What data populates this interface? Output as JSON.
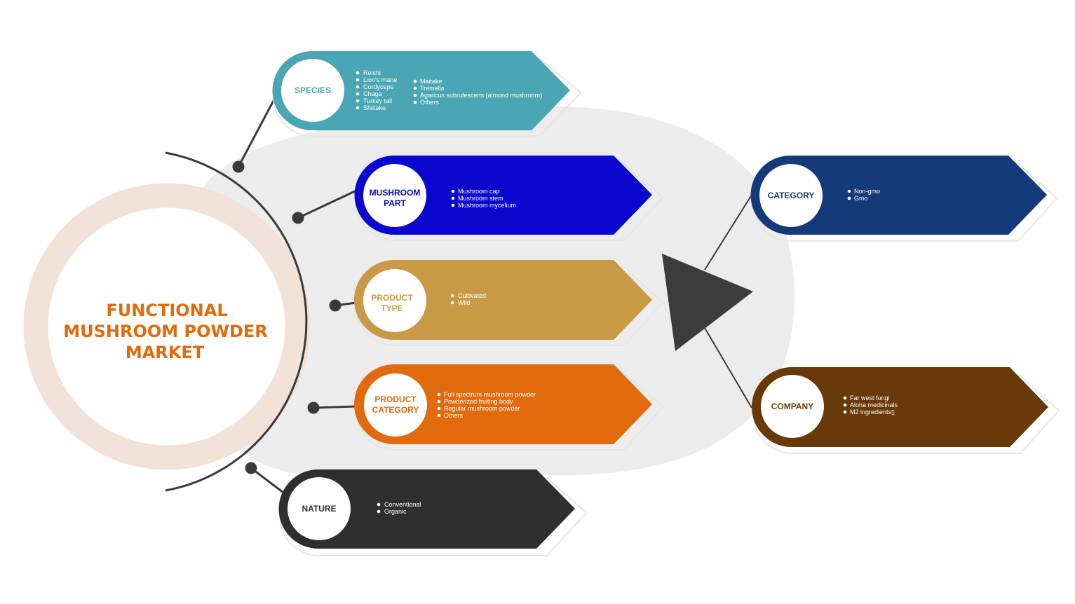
{
  "colors": {
    "accent": "#e06a0c",
    "ring": "#f1e1d6",
    "background_blob": "#ececec",
    "connector": "#3a3a3a",
    "species": "#4aa6b4",
    "mushroom_part": "#0a06cd",
    "product_type": "#c99a45",
    "product_category": "#e06a0c",
    "nature": "#2f2f2f",
    "category": "#143a7a",
    "company": "#683a08"
  },
  "core": {
    "line1": "FUNCTIONAL",
    "line2": "MUSHROOM POWDER",
    "line3": "MARKET"
  },
  "segments": {
    "species": {
      "title": "SPECIES",
      "col1": [
        "Reishi",
        "Lion's mane",
        "Cordyceps",
        "Chaga",
        "Turkey tail",
        "Shiitake"
      ],
      "col2": [
        "Maitake",
        "Tremella",
        "Agaricus subrufescens (almond mushroom)",
        "Others"
      ]
    },
    "mushroom_part": {
      "title_line1": "MUSHROOM",
      "title_line2": "PART",
      "items": [
        "Mushroom cap",
        "Mushroom stem",
        "Mushroom mycelium"
      ]
    },
    "product_type": {
      "title_line1": "PRODUCT",
      "title_line2": "TYPE",
      "items": [
        "Cultivated",
        "Wild"
      ]
    },
    "product_category": {
      "title_line1": "PRODUCT",
      "title_line2": "CATEGORY",
      "items": [
        "Full spectrum mushroom powder",
        "Powderized fruiting body",
        "Regular mushroom powder",
        "Others"
      ]
    },
    "nature": {
      "title": "NATURE",
      "items": [
        "Conventional",
        "Organic"
      ]
    },
    "category": {
      "title": "CATEGORY",
      "items": [
        "Non-gmo",
        "Gmo"
      ]
    },
    "company": {
      "title": "COMPANY",
      "items": [
        "Far west fungi",
        "Aloha medicinals",
        "M2 ingredients▯"
      ]
    }
  }
}
